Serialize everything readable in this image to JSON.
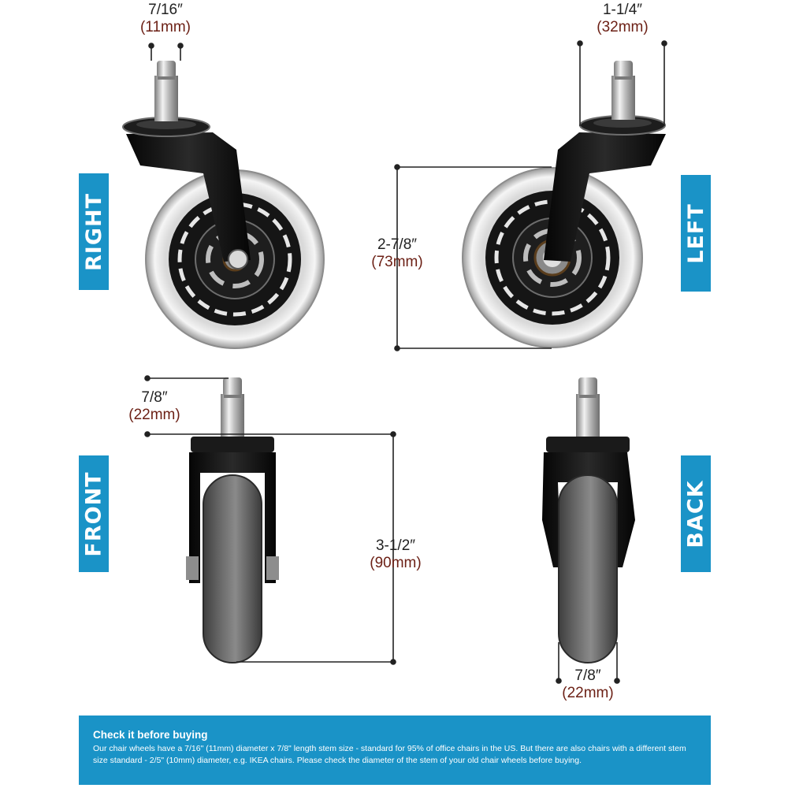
{
  "views": {
    "right": "RIGHT",
    "left": "LEFT",
    "front": "FRONT",
    "back": "BACK"
  },
  "dimensions": {
    "stem_diameter": {
      "imperial": "7/16″",
      "metric": "(11mm)"
    },
    "plate_width": {
      "imperial": "1-1/4″",
      "metric": "(32mm)"
    },
    "wheel_diameter": {
      "imperial": "2-7/8″",
      "metric": "(73mm)"
    },
    "stem_length": {
      "imperial": "7/8″",
      "metric": "(22mm)"
    },
    "total_height": {
      "imperial": "3-1/2″",
      "metric": "(90mm)"
    },
    "wheel_width": {
      "imperial": "7/8″",
      "metric": "(22mm)"
    }
  },
  "info": {
    "title": "Check it before buying",
    "body": "Our chair wheels have a 7/16\" (11mm) diameter x 7/8\" length stem size - standard for 95% of office chairs in the US. But there are also chairs with a different  stem size standard - 2/5\" (10mm) diameter, e.g. IKEA chairs. Please check the diameter of the stem of your old chair wheels before buying."
  },
  "colors": {
    "accent": "#1a93c7",
    "metric_text": "#6b1f14"
  }
}
